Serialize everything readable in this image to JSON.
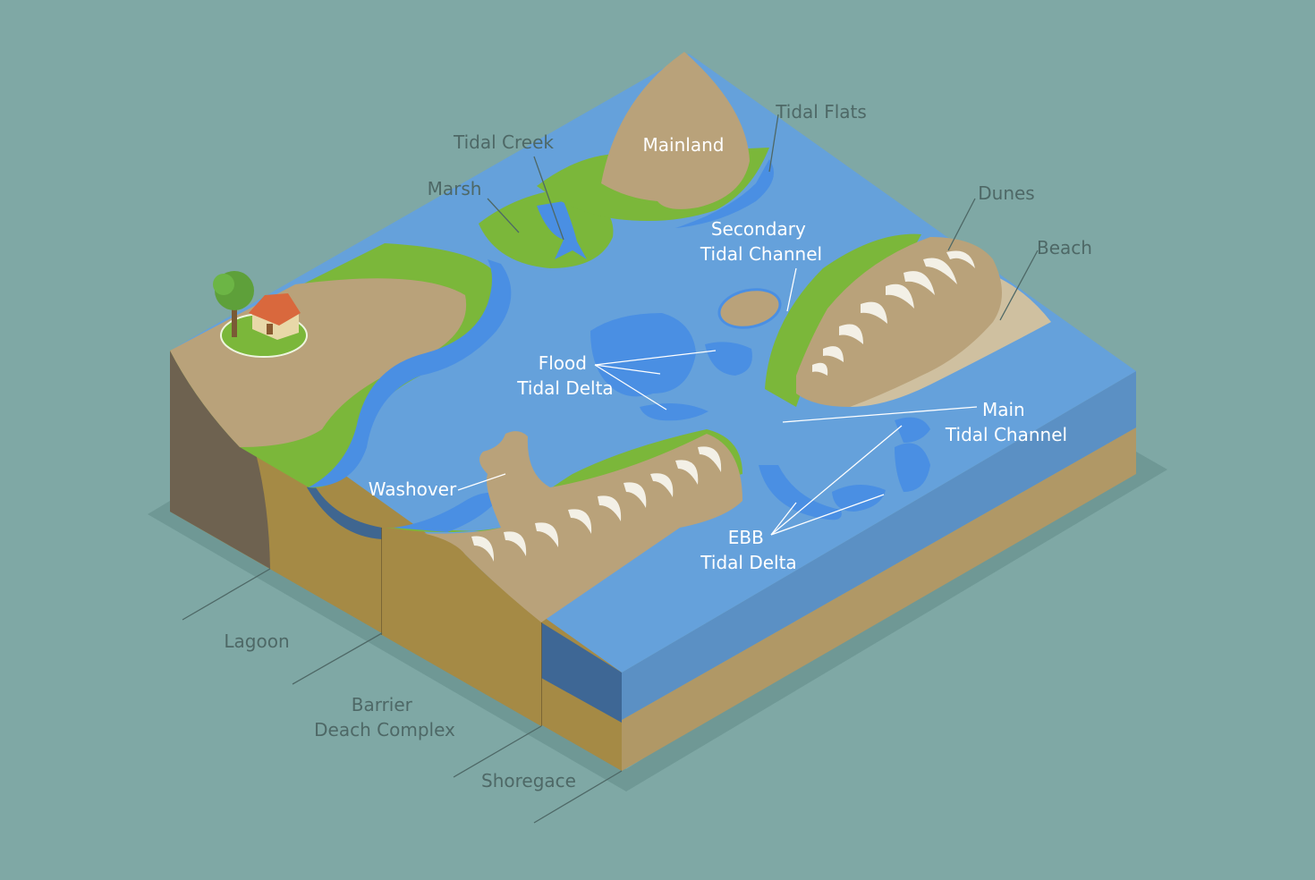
{
  "labels": {
    "mainland": "Mainland",
    "tidal_flats": "Tidal Flats",
    "tidal_creek": "Tidal Creek",
    "marsh": "Marsh",
    "dunes": "Dunes",
    "beach": "Beach",
    "secondary_channel": [
      "Secondary",
      "Tidal Channel"
    ],
    "flood_delta": [
      "Flood",
      "Tidal Delta"
    ],
    "main_channel": [
      "Main",
      "Tidal Channel"
    ],
    "washover": "Washover",
    "ebb_delta": [
      "EBB",
      "Tidal Delta"
    ],
    "lagoon": "Lagoon",
    "barrier_complex": [
      "Barrier",
      "Deach Complex"
    ],
    "shoreface": "Shoregace"
  },
  "colors": {
    "background": "#7fa8a5",
    "water": "#65a1db",
    "deep_water": "#4a8fe3",
    "marsh": "#7bb73a",
    "sand": "#b9a27a",
    "beach_sand": "#cfc0a0",
    "soil": "#a58a45",
    "cliff": "#6e6250"
  }
}
